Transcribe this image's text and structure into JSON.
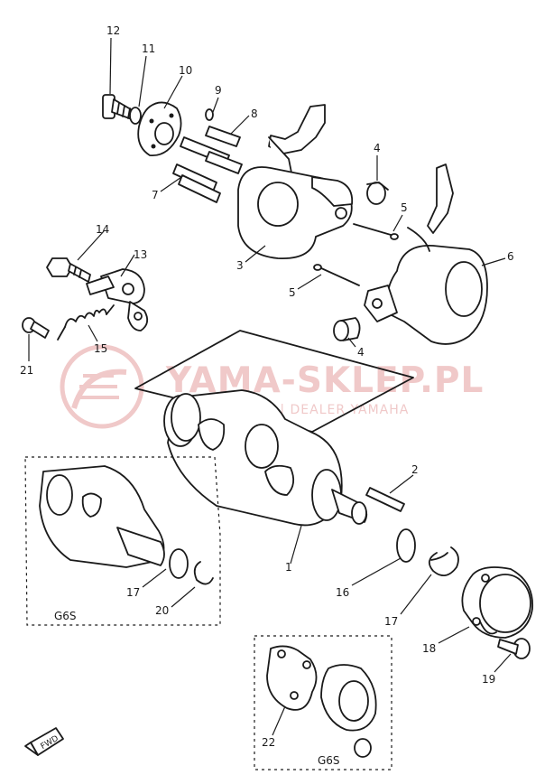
{
  "diagram": {
    "callouts": {
      "c1": "1",
      "c2": "2",
      "c3": "3",
      "c4a": "4",
      "c4b": "4",
      "c5a": "5",
      "c5b": "5",
      "c6": "6",
      "c7": "7",
      "c8": "8",
      "c9": "9",
      "c10": "10",
      "c11": "11",
      "c12": "12",
      "c13": "13",
      "c14": "14",
      "c15": "15",
      "c16": "16",
      "c17a": "17",
      "c17b": "17",
      "c18": "18",
      "c19": "19",
      "c20": "20",
      "c21": "21",
      "c22": "22"
    },
    "inset_left_label": "G6S",
    "inset_bottom_label": "G6S",
    "fwd_label": "FWD"
  },
  "watermark": {
    "title": "YAMA-SKLEP.PL",
    "subtitle": "P.KULIGOWICZ | DEALER YAMAHA",
    "color": "#f0c9c9"
  }
}
